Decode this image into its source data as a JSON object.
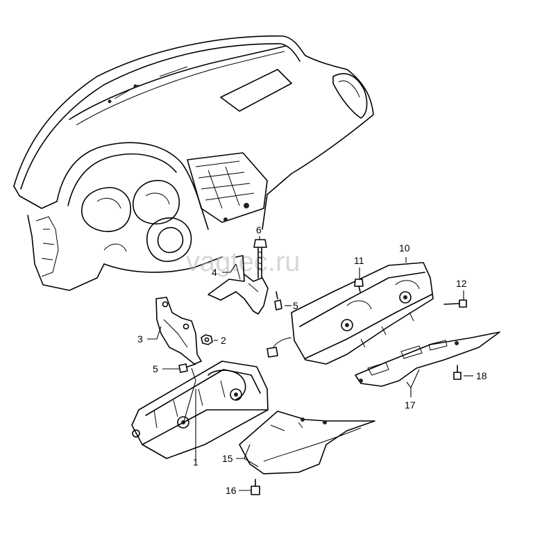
{
  "watermark": "vagtec.ru",
  "callouts": [
    {
      "id": "1",
      "label": "1"
    },
    {
      "id": "2",
      "label": "2"
    },
    {
      "id": "3",
      "label": "3"
    },
    {
      "id": "4",
      "label": "4"
    },
    {
      "id": "5a",
      "label": "5"
    },
    {
      "id": "5b",
      "label": "5"
    },
    {
      "id": "6",
      "label": "6"
    },
    {
      "id": "10",
      "label": "10"
    },
    {
      "id": "11",
      "label": "11"
    },
    {
      "id": "12",
      "label": "12"
    },
    {
      "id": "15",
      "label": "15"
    },
    {
      "id": "16",
      "label": "16"
    },
    {
      "id": "17",
      "label": "17"
    },
    {
      "id": "18",
      "label": "18"
    }
  ]
}
